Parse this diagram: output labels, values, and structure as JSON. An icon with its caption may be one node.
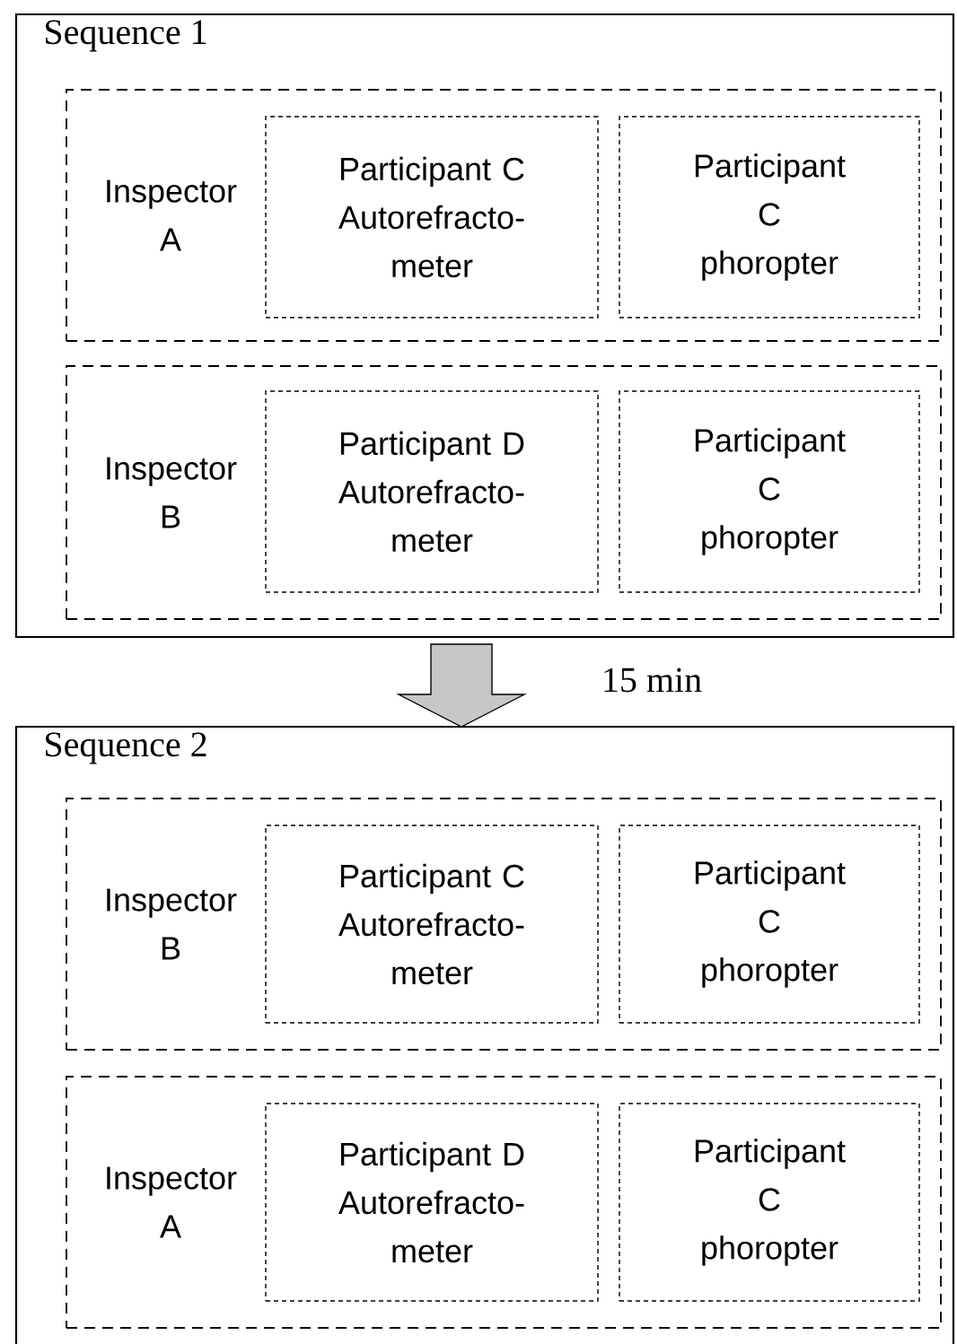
{
  "diagram": {
    "nodes": [
      {
        "text": [
          "Sequence 1"
        ]
      },
      {
        "text": [
          "Inspector A"
        ],
        "in": 0
      },
      {
        "text": [
          "Participant C Autorefracto- meter"
        ],
        "in": 1
      },
      {
        "text": [
          "Participant C phoropter"
        ],
        "in": 1
      },
      {
        "text": [
          "Inspector B"
        ],
        "in": 0
      },
      {
        "text": [
          "Participant D Autorefracto- meter"
        ],
        "in": 4
      },
      {
        "text": [
          "Participant C phoropter"
        ],
        "in": 4
      },
      {
        "text": [
          "Sequence 2"
        ]
      },
      {
        "text": [
          "Inspector B"
        ],
        "in": 7
      },
      {
        "text": [
          "Participant C Autorefracto- meter"
        ],
        "in": 8
      },
      {
        "text": [
          "Participant C phoropter"
        ],
        "in": 8
      },
      {
        "text": [
          "Inspector A"
        ],
        "in": 7
      },
      {
        "text": [
          "Participant D Autorefracto- meter"
        ],
        "in": 11
      },
      {
        "text": [
          "Participant C phoropter"
        ],
        "in": 11
      }
    ],
    "edges": [
      {
        "from": 0,
        "to": 7,
        "arrow": "to",
        "label": "15 min"
      }
    ]
  }
}
